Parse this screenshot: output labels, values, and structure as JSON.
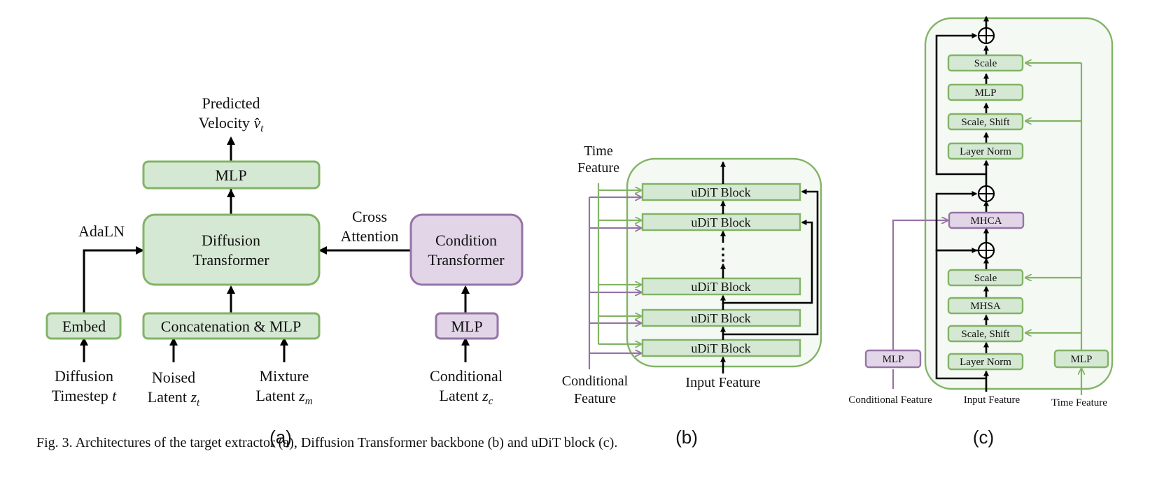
{
  "panel_a": {
    "label": "(a)",
    "output_label_1": "Predicted",
    "output_label_2": "Velocity",
    "output_symbol": "v̂",
    "output_sub": "t",
    "mlp_top": "MLP",
    "diffusion_transformer_1": "Diffusion",
    "diffusion_transformer_2": "Transformer",
    "condition_transformer_1": "Condition",
    "condition_transformer_2": "Transformer",
    "adaln": "AdaLN",
    "cross_attention_1": "Cross",
    "cross_attention_2": "Attention",
    "embed": "Embed",
    "concat_mlp": "Concatenation & MLP",
    "mlp_cond": "MLP",
    "timestep_1": "Diffusion",
    "timestep_2": "Timestep",
    "timestep_symbol": "t",
    "noised_1": "Noised",
    "noised_2": "Latent",
    "noised_symbol": "z",
    "noised_sub": "t",
    "mixture_1": "Mixture",
    "mixture_2": "Latent",
    "mixture_symbol": "z",
    "mixture_sub": "m",
    "conditional_1": "Conditional",
    "conditional_2": "Latent",
    "conditional_symbol": "z",
    "conditional_sub": "c"
  },
  "panel_b": {
    "label": "(b)",
    "time_feature_1": "Time",
    "time_feature_2": "Feature",
    "conditional_feature_1": "Conditional",
    "conditional_feature_2": "Feature",
    "input_feature": "Input Feature",
    "block": "uDiT Block",
    "ellipsis": "⋮"
  },
  "panel_c": {
    "label": "(c)",
    "scale_top": "Scale",
    "mlp_top": "MLP",
    "scale_shift_top": "Scale, Shift",
    "layer_norm_top": "Layer Norm",
    "mhca": "MHCA",
    "scale_bottom": "Scale",
    "mhsa": "MHSA",
    "scale_shift_bottom": "Scale, Shift",
    "layer_norm_bottom": "Layer Norm",
    "mlp_cond": "MLP",
    "mlp_time": "MLP",
    "conditional_feature": "Conditional Feature",
    "input_feature": "Input Feature",
    "time_feature": "Time Feature"
  },
  "caption": "Fig. 3.  Architectures of the target extractor (a), Diffusion Transformer backbone (b) and uDiT block (c).",
  "colors": {
    "green_fill": "#d5e8d4",
    "green_stroke": "#82b366",
    "purple_fill": "#e1d5e7",
    "purple_stroke": "#9673a6",
    "panel_bg": "#f4f9f3"
  }
}
